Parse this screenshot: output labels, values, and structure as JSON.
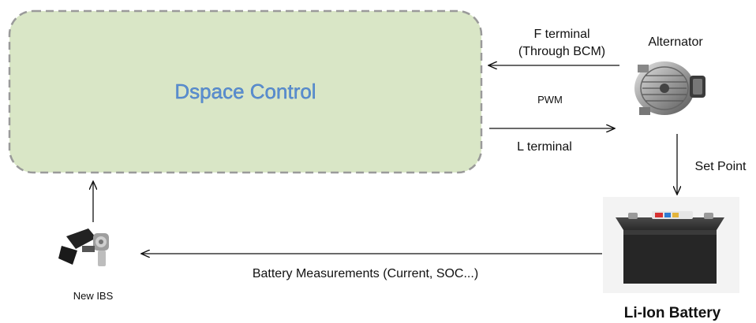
{
  "control_box": {
    "label": "Dspace Control",
    "fill": "#d9e6c6",
    "border": "#9a9a9a",
    "text_color": "#5b8fd1"
  },
  "alternator": {
    "label": "Alternator"
  },
  "links": {
    "f_terminal_line1": "F terminal",
    "f_terminal_line2": "(Through BCM)",
    "pwm": "PWM",
    "l_terminal": "L terminal",
    "set_point": "Set Point",
    "battery_measurements": "Battery Measurements (Current, SOC...)"
  },
  "battery": {
    "label": "Li-Ion Battery"
  },
  "ibs": {
    "label": "New IBS"
  }
}
